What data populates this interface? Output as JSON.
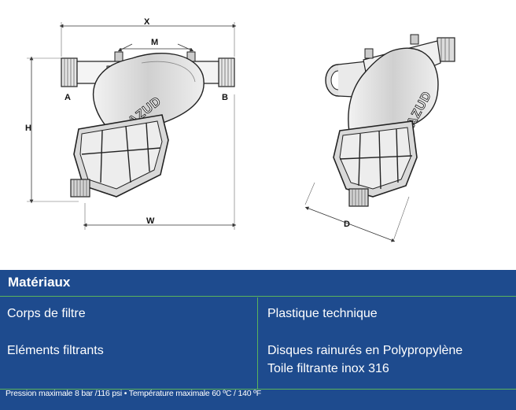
{
  "drawing": {
    "dimensions": {
      "x": "X",
      "m": "M",
      "a": "A",
      "b": "B",
      "h": "H",
      "w": "W",
      "d": "D"
    },
    "brand": "AZUD",
    "flow_arrow_icon": "arrow-right-icon"
  },
  "materials": {
    "title": "Matériaux",
    "rows": [
      {
        "label": "Corps de filtre",
        "value_lines": [
          "Plastique technique"
        ]
      },
      {
        "label": "Eléments filtrants",
        "value_lines": [
          "Disques rainurés en Polypropylène",
          "Toile filtrante inox 316"
        ]
      }
    ],
    "footnote": "Pression maximale 8 bar /116 psi  •  Température maximale 60 ºC / 140 ºF",
    "colors": {
      "background": "#1e4b8e",
      "divider": "#5bb35b",
      "text": "#ffffff"
    }
  }
}
